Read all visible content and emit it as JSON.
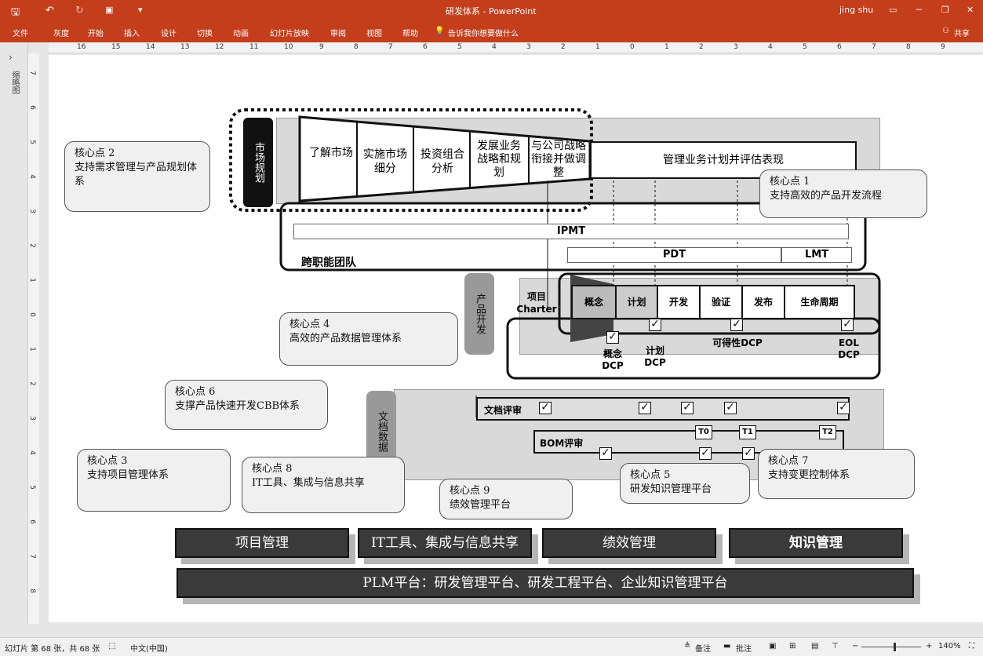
{
  "app": {
    "title": "研发体系 - PowerPoint",
    "user": "jing shu"
  },
  "ribbon": {
    "tabs": [
      "文件",
      "灰度",
      "开始",
      "插入",
      "设计",
      "切换",
      "动画",
      "幻灯片放映",
      "审阅",
      "视图",
      "帮助"
    ],
    "tell_me": "告诉我你想要做什么",
    "share": "共享"
  },
  "ruler": [
    "16",
    "15",
    "14",
    "13",
    "12",
    "11",
    "10",
    "9",
    "8",
    "7",
    "6",
    "5",
    "4",
    "3",
    "2",
    "1",
    "0",
    "1",
    "2",
    "3",
    "4",
    "5",
    "6",
    "7",
    "8",
    "9"
  ],
  "vruler": [
    "7",
    "6",
    "5",
    "4",
    "3",
    "2",
    "1",
    "0",
    "1",
    "2",
    "3",
    "4",
    "5",
    "6",
    "7",
    "8"
  ],
  "left_panel": {
    "label": "缩略图"
  },
  "slide": {
    "market": {
      "label": "市场规划",
      "steps": [
        "了解市场",
        "实施市场细分",
        "投资组合分析",
        "发展业务战略和规划",
        "与公司战略衔接并做调整"
      ],
      "manage": "管理业务计划并评估表现"
    },
    "team": {
      "ipmt": "IPMT",
      "pdt": "PDT",
      "lmt": "LMT",
      "label": "跨职能团队"
    },
    "product_dev": {
      "label": "产品开发",
      "charter": "项目Charter",
      "phases": [
        "概念",
        "计划",
        "开发",
        "验证",
        "发布",
        "生命周期"
      ],
      "dcps": [
        "概念DCP",
        "计划DCP",
        "可得性DCP",
        "EOL DCP"
      ]
    },
    "docs": {
      "label": "文档数据",
      "doc_review": "文档评审",
      "bom_review": "BOM评审",
      "tags": [
        "T0",
        "T1",
        "T2"
      ]
    },
    "callouts": [
      {
        "title": "核心点 1",
        "text": "支持高效的产品开发流程"
      },
      {
        "title": "核心点 2",
        "text": "支持需求管理与产品规划体系"
      },
      {
        "title": "核心点 3",
        "text": "支持项目管理体系"
      },
      {
        "title": "核心点 4",
        "text": "高效的产品数据管理体系"
      },
      {
        "title": "核心点 5",
        "text": "研发知识管理平台"
      },
      {
        "title": "核心点 6",
        "text": "支撑产品快速开发CBB体系"
      },
      {
        "title": "核心点 7",
        "text": "支持变更控制体系"
      },
      {
        "title": "核心点 8",
        "text": "IT工具、集成与信息共享"
      },
      {
        "title": "核心点 9",
        "text": "绩效管理平台"
      }
    ],
    "bottom": [
      "项目管理",
      "IT工具、集成与信息共享",
      "绩效管理",
      "知识管理"
    ],
    "plm": "PLM平台：研发管理平台、研发工程平台、企业知识管理平台",
    "check": "✓"
  },
  "status": {
    "slide_info": "幻灯片 第 68 张，共 68 张",
    "language": "中文(中国)",
    "notes": "备注",
    "comments": "批注",
    "zoom": "140%"
  },
  "colors": {
    "accent": "#c43e1c",
    "dark_box": "#3a3a3a",
    "panel": "#d9d9d9"
  }
}
